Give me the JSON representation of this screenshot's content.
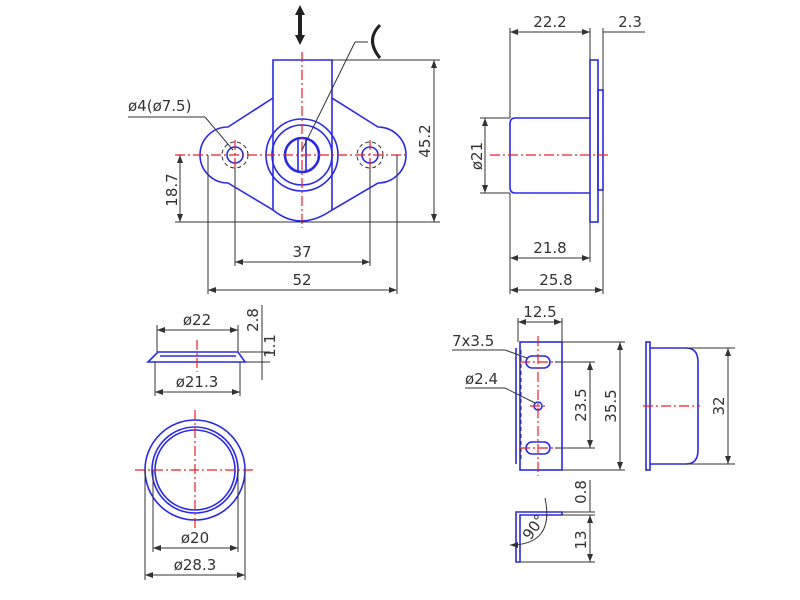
{
  "front_view": {
    "hole_label": "ø4(ø7.5)",
    "height": "45.2",
    "center_height": "18.7",
    "hole_spacing": "37",
    "total_width": "52"
  },
  "side_view": {
    "cylinder_length": "22.2",
    "plate_thickness": "2.3",
    "diameter": "ø21",
    "length_1": "21.8",
    "length_2": "25.8"
  },
  "ring_side": {
    "outer": "ø22",
    "height": "2.8",
    "lip": "1.1",
    "inner": "ø21.3"
  },
  "ring_top": {
    "inner": "ø20",
    "outer": "ø28.3"
  },
  "strike_plate": {
    "width": "12.5",
    "slot": "7x3.5",
    "hole": "ø2.4",
    "slot_spacing": "23.5",
    "height": "35.5",
    "side_height": "32"
  },
  "bracket": {
    "thickness": "0.8",
    "leg": "13",
    "angle": "90°"
  },
  "colors": {
    "part": "#2a2ae6",
    "centerline": "#e8202a",
    "dimension": "#333333"
  }
}
